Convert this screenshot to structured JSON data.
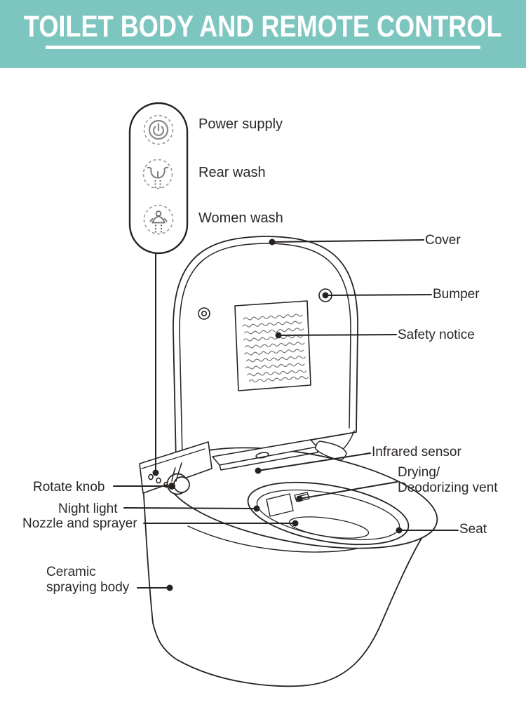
{
  "header": {
    "title": "TOILET BODY AND REMOTE CONTROL"
  },
  "remote": {
    "buttons": [
      {
        "icon": "power-icon",
        "label": "Power supply"
      },
      {
        "icon": "rear-wash-icon",
        "label": "Rear wash"
      },
      {
        "icon": "women-wash-icon",
        "label": "Women wash"
      }
    ]
  },
  "diagram": {
    "labels": {
      "cover": {
        "text": "Cover"
      },
      "bumper": {
        "text": "Bumper"
      },
      "safety_notice": {
        "text": "Safety notice"
      },
      "infrared_sensor": {
        "text": "Infrared sensor"
      },
      "drying_vent": {
        "line1": "Drying/",
        "line2": "Deodorizing vent"
      },
      "seat": {
        "text": "Seat"
      },
      "rotate_knob": {
        "text": "Rotate knob"
      },
      "night_light": {
        "text": "Night light"
      },
      "nozzle_sprayer": {
        "text": "Nozzle and sprayer"
      },
      "ceramic_body": {
        "line1": "Ceramic",
        "line2": "spraying body"
      }
    }
  },
  "colors": {
    "accent_teal": "#7dc6c0",
    "line_ink": "#262220",
    "icon_gray": "#8a8a8a",
    "text": "#2b2726"
  }
}
